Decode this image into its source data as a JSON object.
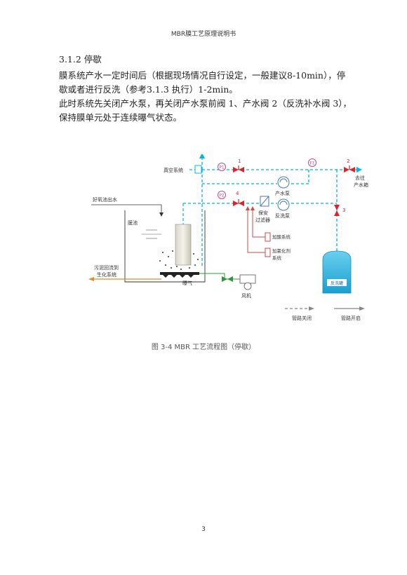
{
  "header": {
    "title": "MBR膜工艺原理说明书"
  },
  "section": {
    "heading": "3.1.2 停歇"
  },
  "paragraphs": [
    "膜系统产水一定时间后（根据现场情况自行设定，一般建议8-10min），停歇或者进行反洗（参考3.1.3 执行）1-2min。",
    "此时系统先关闭产水泵，再关闭产水泵前阀 1、产水阀 2（反洗补水阀 3），保持膜单元处于连续曝气状态。"
  ],
  "diagram": {
    "vacuum": "真空系统",
    "p1": "P1",
    "p2": "P2",
    "f1": "F1",
    "v1": "1",
    "v2": "2",
    "v3": "3",
    "v4": "4",
    "product_pump": "产水泵",
    "to_tank_1": "去往",
    "to_tank_2": "产水箱",
    "inflow": "好氧池出水",
    "membrane_tank": "膜池",
    "filter_1": "保安",
    "filter_2": "过滤器",
    "backwash_pump": "反洗泵",
    "acid": "加酸系统",
    "chlorine_1": "加氯化剂",
    "chlorine_2": "系统",
    "sludge_1": "污泥回流到",
    "sludge_2": "生化系统",
    "aeration": "曝气",
    "blower": "风机",
    "backwash_tank": "反洗罐",
    "legend_closed": "管路关闭",
    "legend_open": "管路开启"
  },
  "caption": "图 3-4  MBR 工艺流程图（停歇）",
  "page_number": "3",
  "colors": {
    "pipe": "#00b4e6",
    "valve": "#e0202a",
    "chem_pipe": "#d24a4a",
    "green": "#2a9a3a",
    "orange": "#e58a2a"
  }
}
